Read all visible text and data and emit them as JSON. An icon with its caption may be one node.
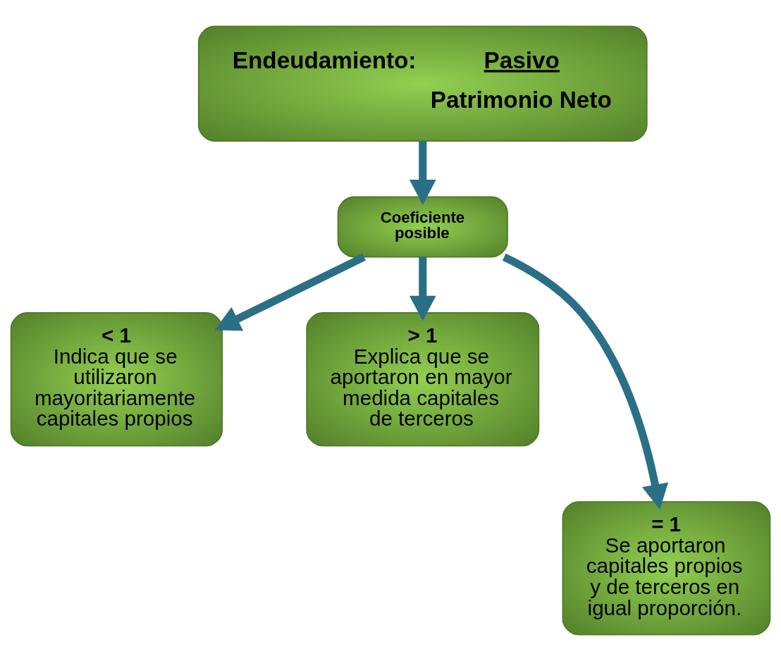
{
  "diagram": {
    "nodes": [
      {
        "text": [
          "Endeudamiento:",
          "Pasivo",
          "Patrimonio Neto"
        ]
      },
      {
        "text": [
          "Coeficiente posible"
        ]
      },
      {
        "text": [
          "< 1",
          "Indica que se utilizaron mayoritariamente capitales propios"
        ]
      },
      {
        "text": [
          "> 1",
          "Explica que se aportaron en mayor medida capitales de terceros"
        ]
      },
      {
        "text": [
          "= 1",
          "Se aportaron capitales propios y de terceros en igual proporción."
        ]
      }
    ],
    "edges": [
      {
        "from": 0,
        "to": 1,
        "arrow": "to"
      },
      {
        "from": 1,
        "to": 2,
        "arrow": "to"
      },
      {
        "from": 1,
        "to": 3,
        "arrow": "to"
      },
      {
        "from": 1,
        "to": 4,
        "arrow": "to"
      }
    ]
  }
}
